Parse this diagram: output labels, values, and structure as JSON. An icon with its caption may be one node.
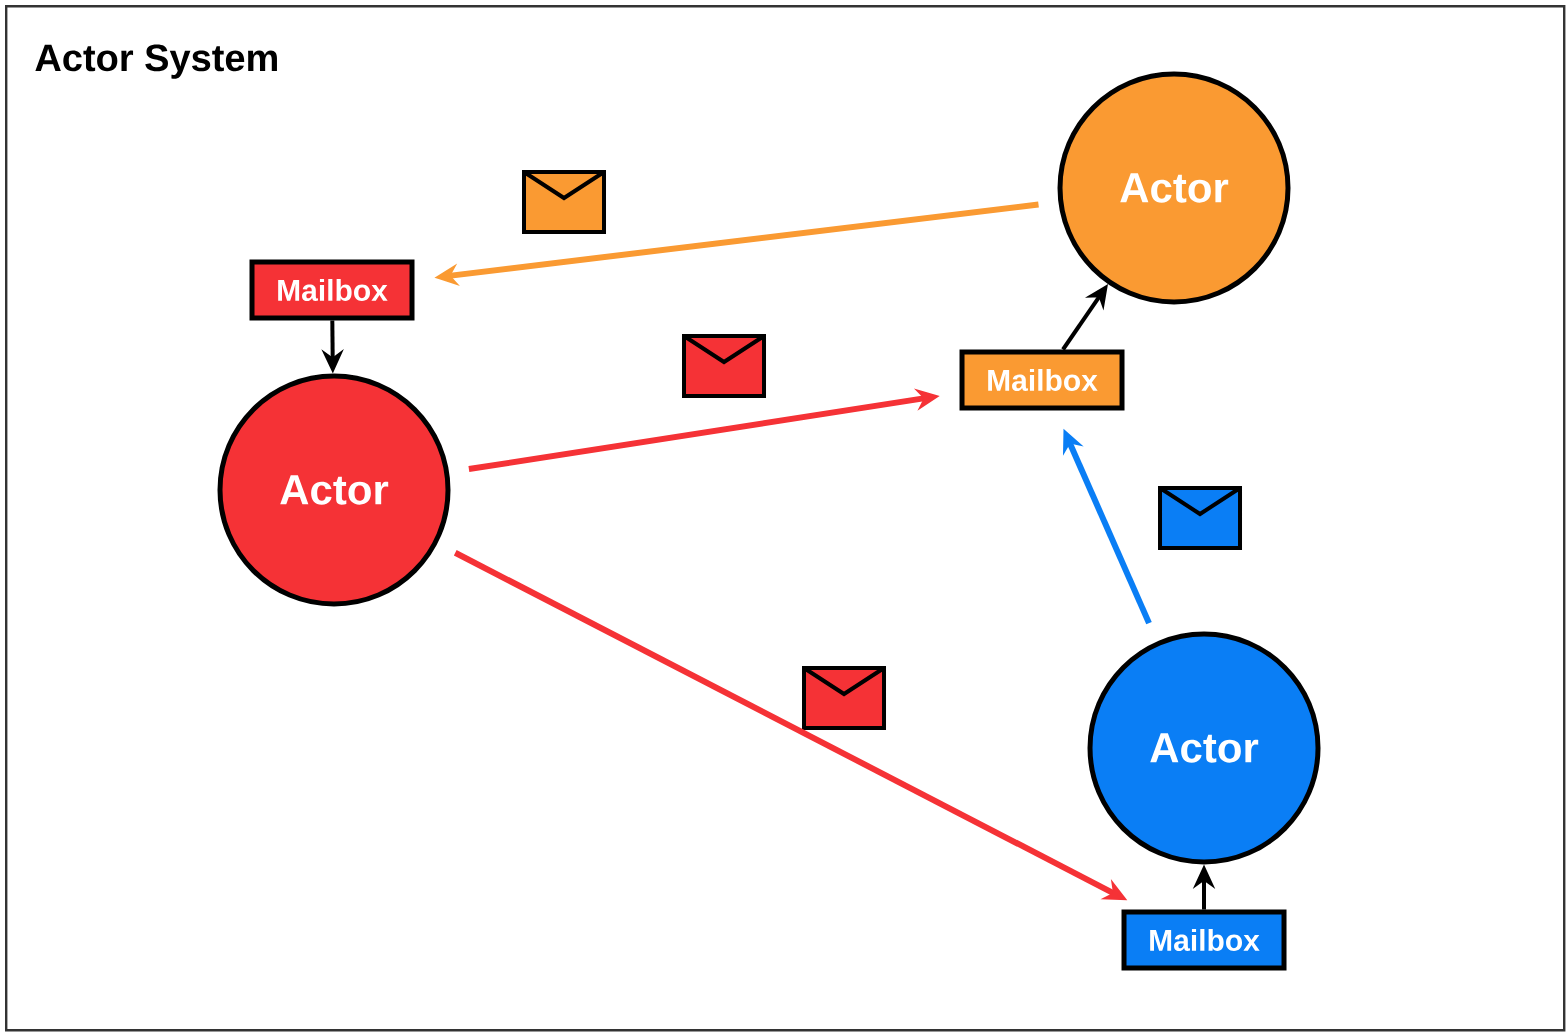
{
  "diagram": {
    "nodes": [
      {
        "text": [
          "Actor System"
        ]
      },
      {
        "text": [
          "Actor"
        ],
        "in": 0
      },
      {
        "text": [
          "Mailbox"
        ],
        "in": 0
      },
      {
        "text": [
          "Mailbox"
        ],
        "in": 0
      },
      {
        "text": [
          "Actor"
        ],
        "in": 0
      },
      {
        "text": [
          "Actor"
        ],
        "in": 0
      },
      {
        "text": [
          "Mailbox"
        ],
        "in": 0
      }
    ],
    "edges": [
      {
        "from": 1,
        "to": 2,
        "arrow": "to",
        "color": "#fa9a32"
      },
      {
        "from": 2,
        "to": 4,
        "arrow": "to"
      },
      {
        "from": 4,
        "to": 3,
        "arrow": "to",
        "color": "#f53236"
      },
      {
        "from": 3,
        "to": 1,
        "arrow": "to"
      },
      {
        "from": 5,
        "to": 3,
        "arrow": "to",
        "color": "#0a7ef5"
      },
      {
        "from": 4,
        "to": 6,
        "arrow": "to",
        "color": "#f53236"
      },
      {
        "from": 6,
        "to": 5,
        "arrow": "to"
      }
    ]
  }
}
